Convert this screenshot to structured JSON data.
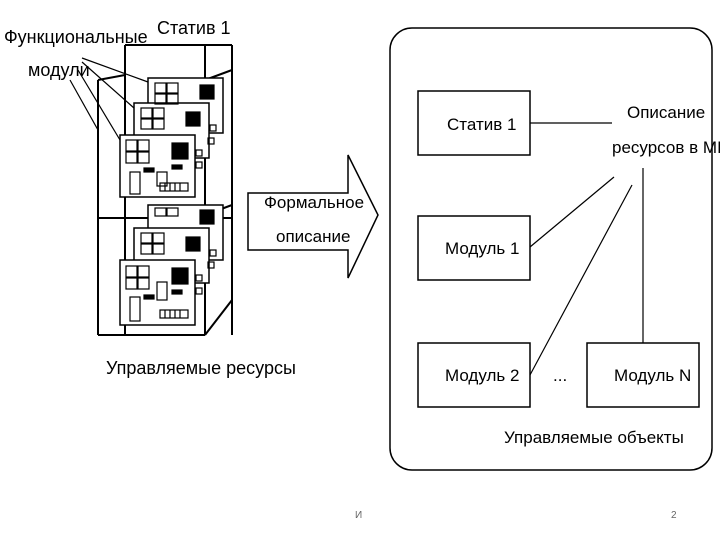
{
  "rack": {
    "title": "Статив 1",
    "modules_label_line1": "Функциональные",
    "modules_label_line2": "модули",
    "caption": "Управляемые ресурсы"
  },
  "arrow": {
    "line1": "Формальное",
    "line2": "описание"
  },
  "model": {
    "rack_box": "Статив 1",
    "mib_line1": "Описание",
    "mib_line2": "ресурсов в MIB",
    "module1": "Модуль 1",
    "module2": "Модуль 2",
    "ellipsis": "...",
    "moduleN": "Модуль N",
    "caption": "Управляемые объекты"
  },
  "footer": {
    "center": "И",
    "page_number": "2"
  }
}
